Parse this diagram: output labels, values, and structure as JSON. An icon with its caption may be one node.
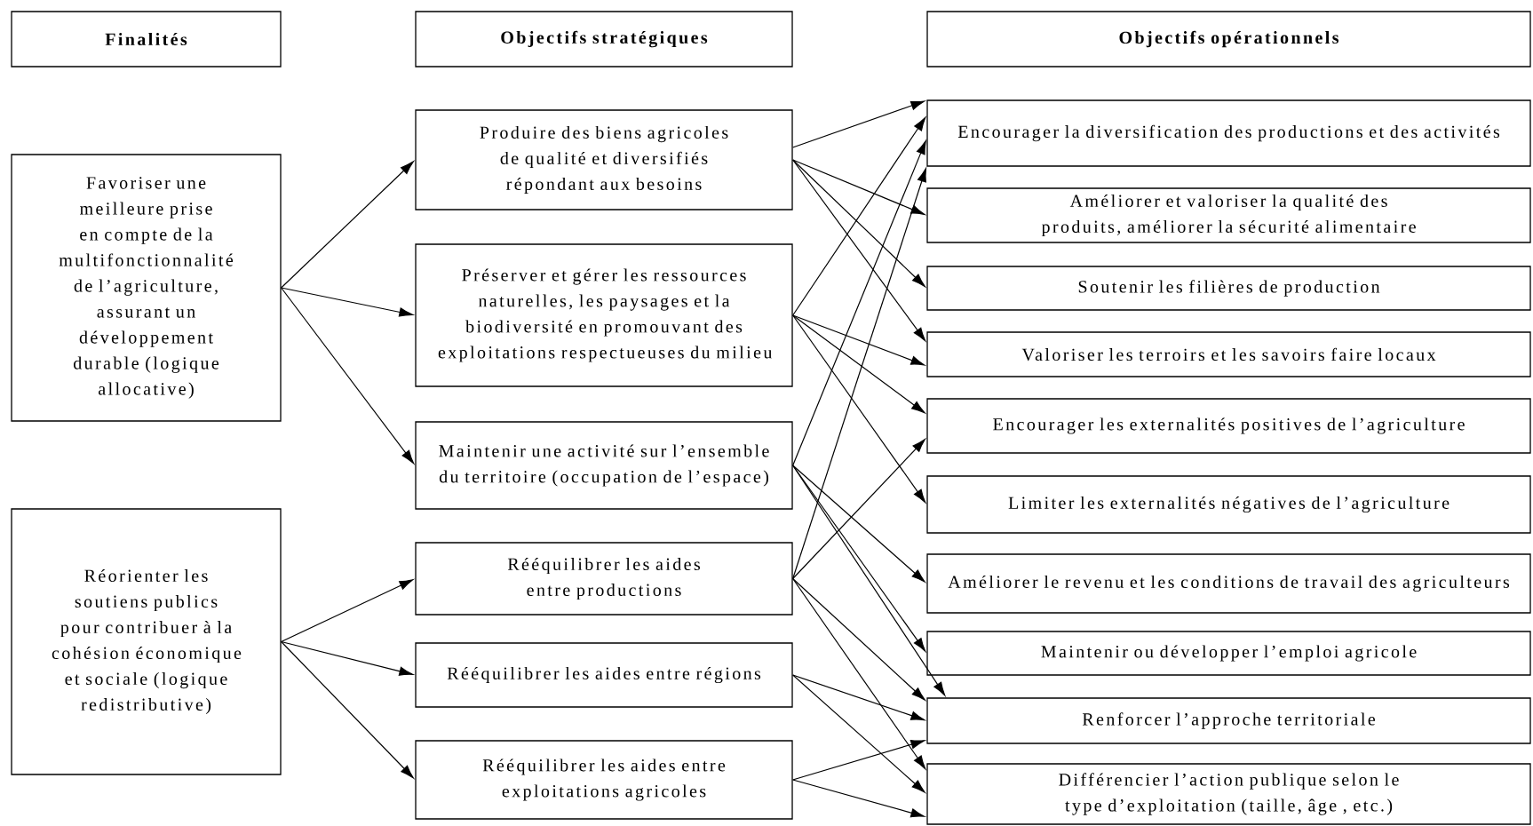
{
  "diagram": {
    "nodes": [
      {
        "text": [
          "Finalités"
        ]
      },
      {
        "text": [
          "Objectifs stratégiques"
        ]
      },
      {
        "text": [
          "Objectifs opérationnels"
        ]
      },
      {
        "text": [
          "Favoriser une meilleure prise en compte de la multifonctionnalité de l’agriculture, assurant un développement durable (logique allocative)"
        ]
      },
      {
        "text": [
          "Réorienter les soutiens publics pour contribuer à la cohésion économique et sociale (logique redistributive)"
        ]
      },
      {
        "text": [
          "Produire des biens agricoles de qualité et diversifiés répondant aux besoins"
        ]
      },
      {
        "text": [
          "Préserver et gérer les ressources naturelles, les paysages et la biodiversité en promouvant des exploitations respectueuses du milieu"
        ]
      },
      {
        "text": [
          "Maintenir une activité sur l’ensemble du territoire (occupation de l’espace)"
        ]
      },
      {
        "text": [
          "Rééquilibrer les aides entre productions"
        ]
      },
      {
        "text": [
          "Rééquilibrer les aides entre régions"
        ]
      },
      {
        "text": [
          "Rééquilibrer les aides entre exploitations agricoles"
        ]
      },
      {
        "text": [
          "Encourager la diversification des productions et des activités"
        ]
      },
      {
        "text": [
          "Améliorer et valoriser la qualité des produits, améliorer la sécurité alimentaire"
        ]
      },
      {
        "text": [
          "Soutenir les filières de production"
        ]
      },
      {
        "text": [
          "Valoriser les terroirs et les savoirs faire locaux"
        ]
      },
      {
        "text": [
          "Encourager les externalités positives de l’agriculture"
        ]
      },
      {
        "text": [
          "Limiter les externalités négatives de l’agriculture"
        ]
      },
      {
        "text": [
          "Améliorer le revenu et les conditions de travail des agriculteurs"
        ]
      },
      {
        "text": [
          "Maintenir ou développer l’emploi agricole"
        ]
      },
      {
        "text": [
          "Renforcer l’approche territoriale"
        ]
      },
      {
        "text": [
          "Différencier l’action publique selon le type d’exploitation (taille, âge , etc.)"
        ]
      }
    ],
    "edges": [
      {
        "from": 3,
        "to": 5,
        "arrow": "to"
      },
      {
        "from": 3,
        "to": 6,
        "arrow": "to"
      },
      {
        "from": 3,
        "to": 7,
        "arrow": "to"
      },
      {
        "from": 4,
        "to": 8,
        "arrow": "to"
      },
      {
        "from": 4,
        "to": 9,
        "arrow": "to"
      },
      {
        "from": 4,
        "to": 10,
        "arrow": "to"
      },
      {
        "from": 5,
        "to": 11,
        "arrow": "to"
      },
      {
        "from": 5,
        "to": 12,
        "arrow": "to"
      },
      {
        "from": 5,
        "to": 13,
        "arrow": "to"
      },
      {
        "from": 5,
        "to": 14,
        "arrow": "to"
      },
      {
        "from": 6,
        "to": 11,
        "arrow": "to"
      },
      {
        "from": 6,
        "to": 14,
        "arrow": "to"
      },
      {
        "from": 6,
        "to": 15,
        "arrow": "to"
      },
      {
        "from": 6,
        "to": 16,
        "arrow": "to"
      },
      {
        "from": 7,
        "to": 11,
        "arrow": "to"
      },
      {
        "from": 7,
        "to": 17,
        "arrow": "to"
      },
      {
        "from": 7,
        "to": 18,
        "arrow": "to"
      },
      {
        "from": 7,
        "to": 19,
        "arrow": "to"
      },
      {
        "from": 8,
        "to": 11,
        "arrow": "to"
      },
      {
        "from": 8,
        "to": 15,
        "arrow": "to"
      },
      {
        "from": 8,
        "to": 19,
        "arrow": "to"
      },
      {
        "from": 8,
        "to": 20,
        "arrow": "to"
      },
      {
        "from": 9,
        "to": 19,
        "arrow": "to"
      },
      {
        "from": 9,
        "to": 20,
        "arrow": "to"
      },
      {
        "from": 10,
        "to": 19,
        "arrow": "to"
      },
      {
        "from": 10,
        "to": 20,
        "arrow": "to"
      }
    ]
  }
}
